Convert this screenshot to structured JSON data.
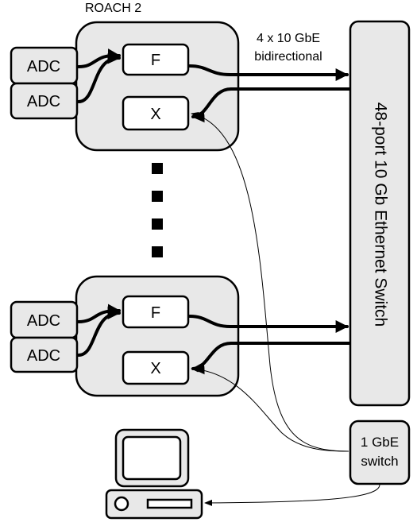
{
  "roach_label": "ROACH 2",
  "link_label_line1": "4 x 10 GbE",
  "link_label_line2": "bidirectional",
  "switch_label": "48-port 10 Gb Ethernet Switch",
  "small_switch_line1": "1 GbE",
  "small_switch_line2": "switch",
  "board_top": {
    "adc_1": "ADC",
    "adc_2": "ADC",
    "f_block": "F",
    "x_block": "X"
  },
  "board_bottom": {
    "adc_1": "ADC",
    "adc_2": "ADC",
    "f_block": "F",
    "x_block": "X"
  },
  "colors": {
    "box_fill": "#e8e8e8",
    "stroke": "#000000",
    "background": "#ffffff"
  }
}
